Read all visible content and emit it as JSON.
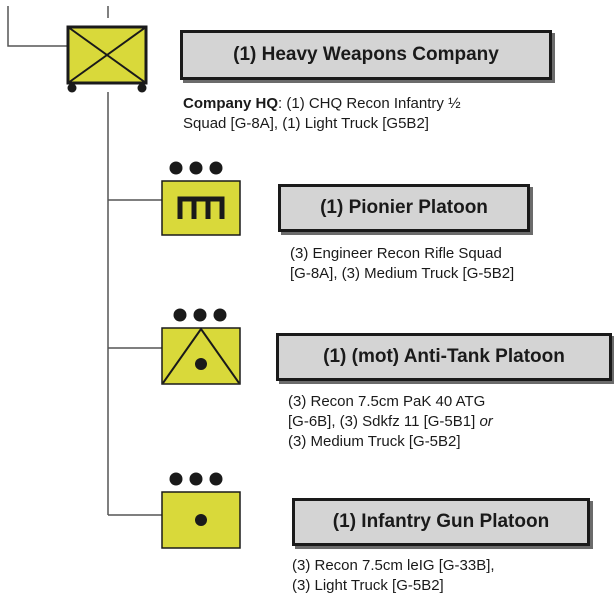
{
  "units": [
    {
      "title": "(1) Heavy Weapons Company",
      "hq_label": "Company HQ",
      "desc_lines": [
        ": (1)  CHQ Recon Infantry ½",
        "Squad [G-8A], (1) Light Truck [G5B2]"
      ]
    },
    {
      "title": "(1) Pionier Platoon",
      "desc_lines": [
        "(3) Engineer Recon Rifle Squad",
        "[G-8A], (3) Medium Truck [G-5B2]"
      ]
    },
    {
      "title": "(1) (mot) Anti-Tank Platoon",
      "desc_lines": [
        "(3) Recon 7.5cm PaK 40 ATG",
        "[G-6B], (3) Sdkfz 11 [G-5B1] ",
        "or",
        "(3) Medium Truck [G-5B2]"
      ]
    },
    {
      "title": "(1) Infantry Gun Platoon",
      "desc_lines": [
        "(3) Recon 7.5cm leIG [G-33B],",
        "(3) Light Truck [G-5B2]"
      ]
    }
  ],
  "colors": {
    "symbol_fill": "#d9d93a",
    "title_fill": "#d4d4d4",
    "line": "#555555"
  }
}
